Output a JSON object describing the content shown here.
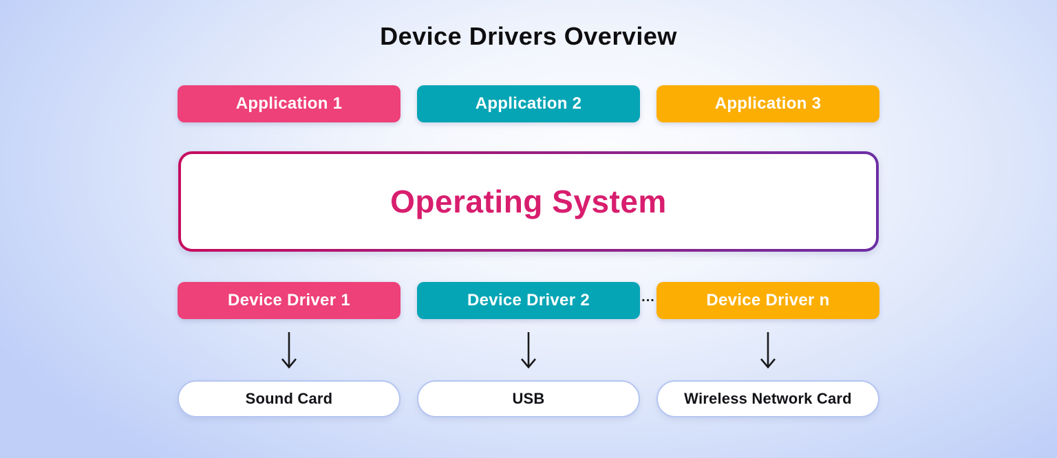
{
  "title": "Device Drivers Overview",
  "colors": {
    "pink": "#EE4079",
    "teal": "#05A5B5",
    "orange": "#FCAE03",
    "os_text": "#D81E6E",
    "os_border_left": "#C60D5E",
    "os_border_right": "#6C2EA3",
    "pill_border": "#B5C5F1",
    "arrow": "#1A1A1A",
    "background_edge": "#BFCFF8",
    "background_center": "#FDFDFF"
  },
  "applications": [
    {
      "label": "Application 1",
      "color": "#EE4079"
    },
    {
      "label": "Application 2",
      "color": "#05A5B5"
    },
    {
      "label": "Application 3",
      "color": "#FCAE03"
    }
  ],
  "os": {
    "label": "Operating System"
  },
  "drivers": [
    {
      "label": "Device Driver 1",
      "color": "#EE4079"
    },
    {
      "label": "Device Driver 2",
      "color": "#05A5B5"
    },
    {
      "label": "Device Driver n",
      "color": "#FCAE03"
    }
  ],
  "drivers_ellipsis": "...",
  "hardware": [
    {
      "label": "Sound Card"
    },
    {
      "label": "USB"
    },
    {
      "label": "Wireless Network Card"
    }
  ]
}
